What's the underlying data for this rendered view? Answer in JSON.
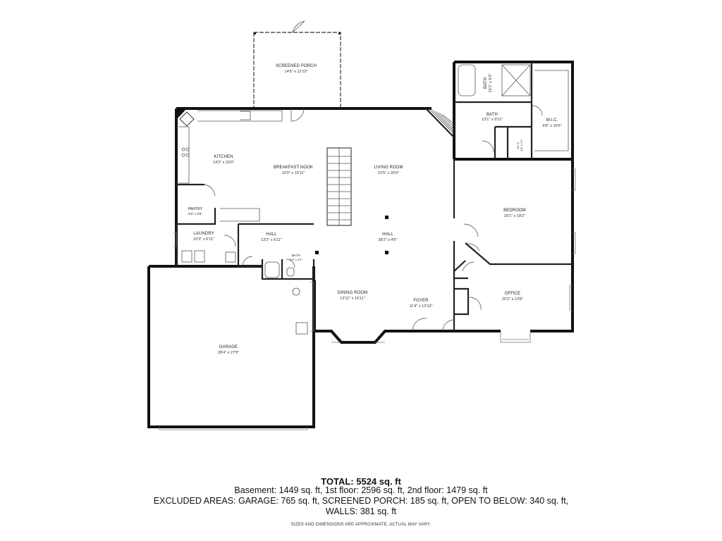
{
  "rooms": {
    "screened_porch": {
      "name": "SCREENED PORCH",
      "dim": "14'6\" x 12'10\""
    },
    "kitchen": {
      "name": "KITCHEN",
      "dim": "14'2\" x 20'0\""
    },
    "breakfast_nook": {
      "name": "BREAKFAST NOOK",
      "dim": "12'0\" x 19'11\""
    },
    "living_room": {
      "name": "LIVING ROOM",
      "dim": "22'5\" x 20'4\""
    },
    "bath_top": {
      "name": "BATH",
      "dim": "13'1\" x 6'3\""
    },
    "bath_main": {
      "name": "BATH",
      "dim": "13'1\" x 9'11\""
    },
    "wic_large": {
      "name": "W.I.C.",
      "dim": "6'8\" x 16'6\""
    },
    "wic_small": {
      "name": "W.I.C.",
      "dim": "4'8\" x 3'1\""
    },
    "pantry": {
      "name": "PANTRY",
      "dim": "6'8\" x 6'6\""
    },
    "laundry": {
      "name": "LAUNDRY",
      "dim": "10'3\" x 6'11\""
    },
    "hall_upper": {
      "name": "HALL",
      "dim": "13'2\" x 6'11\""
    },
    "hall_center": {
      "name": "HALL",
      "dim": "28'2\" x 4'6\""
    },
    "bedroom": {
      "name": "BEDROOM",
      "dim": "20'1\" x 18'2\""
    },
    "bath_small": {
      "name": "BATH",
      "dim": "8'9\" x 4'9\""
    },
    "dining_room": {
      "name": "DINING ROOM",
      "dim": "12'11\" x 15'11\""
    },
    "foyer": {
      "name": "FOYER",
      "dim": "11'4\" x 13'10\""
    },
    "office": {
      "name": "OFFICE",
      "dim": "20'2\" x 13'8\""
    },
    "garage": {
      "name": "GARAGE",
      "dim": "28'4\" x 27'9\""
    }
  },
  "summary": {
    "total": "TOTAL: 5524 sq. ft",
    "line1": "Basement: 1449 sq. ft, 1st floor: 2596 sq. ft, 2nd floor: 1479 sq. ft",
    "line2": "EXCLUDED AREAS: GARAGE: 765 sq. ft, SCREENED PORCH: 185 sq. ft, OPEN TO BELOW: 340 sq. ft,",
    "line3": "WALLS: 381 sq. ft",
    "disclaimer": "SIZES AND DIMENSIONS ARE APPROXIMATE, ACTUAL MAY VARY."
  }
}
